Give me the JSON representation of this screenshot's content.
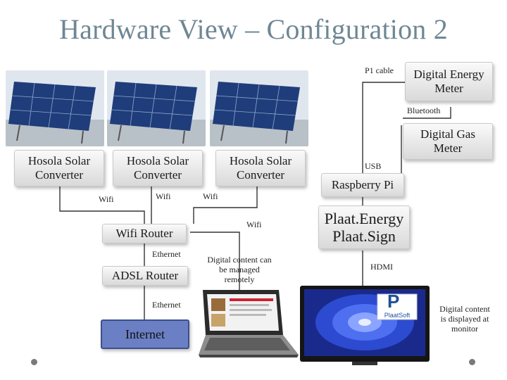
{
  "title": "Hardware View – Configuration 2",
  "nodes": {
    "converter_1": "Hosola Solar\nConverter",
    "converter_2": "Hosola Solar\nConverter",
    "converter_3": "Hosola Solar\nConverter",
    "energy_meter": "Digital Energy\nMeter",
    "gas_meter": "Digital Gas\nMeter",
    "raspberry_pi": "Raspberry Pi",
    "plaat": "Plaat.Energy\nPlaat.Sign",
    "wifi_router": "Wifi Router",
    "adsl_router": "ADSL Router",
    "internet": "Internet"
  },
  "links": {
    "p1_cable": "P1 cable",
    "bluetooth": "Bluetooth",
    "usb": "USB",
    "wifi_left": "Wifi",
    "wifi_middle": "Wifi",
    "wifi_right": "Wifi",
    "wifi_laptop": "Wifi",
    "ethernet_1": "Ethernet",
    "ethernet_2": "Ethernet",
    "hdmi": "HDMI"
  },
  "notes": {
    "remote": "Digital content can\nbe managed\nremotely",
    "monitor": "Digital content\nis displayed at\nmonitor"
  },
  "screen_logo": {
    "mark": "P",
    "name": "PlaatSoft"
  },
  "colors": {
    "title": "#6f8794",
    "internet_fill": "#6a7fc4",
    "panel_cell": "#1f3d7a",
    "line": "#333333"
  }
}
